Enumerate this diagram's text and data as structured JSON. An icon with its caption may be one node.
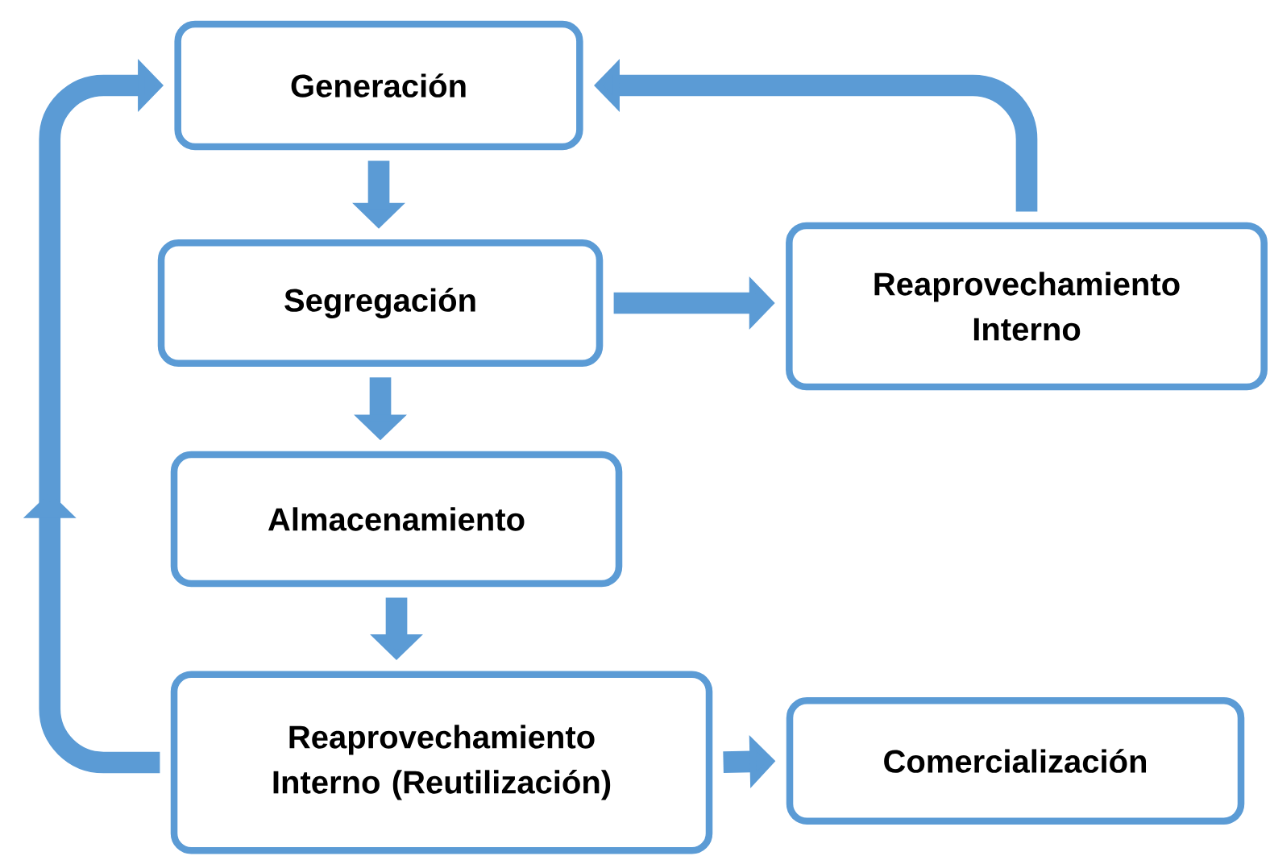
{
  "diagram": {
    "nodes": [
      {
        "text": [
          "Generación"
        ]
      },
      {
        "text": [
          "Segregación"
        ]
      },
      {
        "text": [
          "Reaprovechamiento Interno"
        ]
      },
      {
        "text": [
          "Almacenamiento"
        ]
      },
      {
        "text": [
          "Reaprovechamiento Interno (Reutilización)"
        ]
      },
      {
        "text": [
          "Comercialización"
        ]
      }
    ],
    "edges": [
      {
        "from": 0,
        "to": 1,
        "arrow": "to"
      },
      {
        "from": 1,
        "to": 2,
        "arrow": "to"
      },
      {
        "from": 1,
        "to": 3,
        "arrow": "to"
      },
      {
        "from": 3,
        "to": 4,
        "arrow": "to"
      },
      {
        "from": 4,
        "to": 5,
        "arrow": "to"
      },
      {
        "from": 2,
        "to": 0,
        "arrow": "to"
      },
      {
        "from": 4,
        "to": 0,
        "arrow": "to"
      }
    ]
  }
}
